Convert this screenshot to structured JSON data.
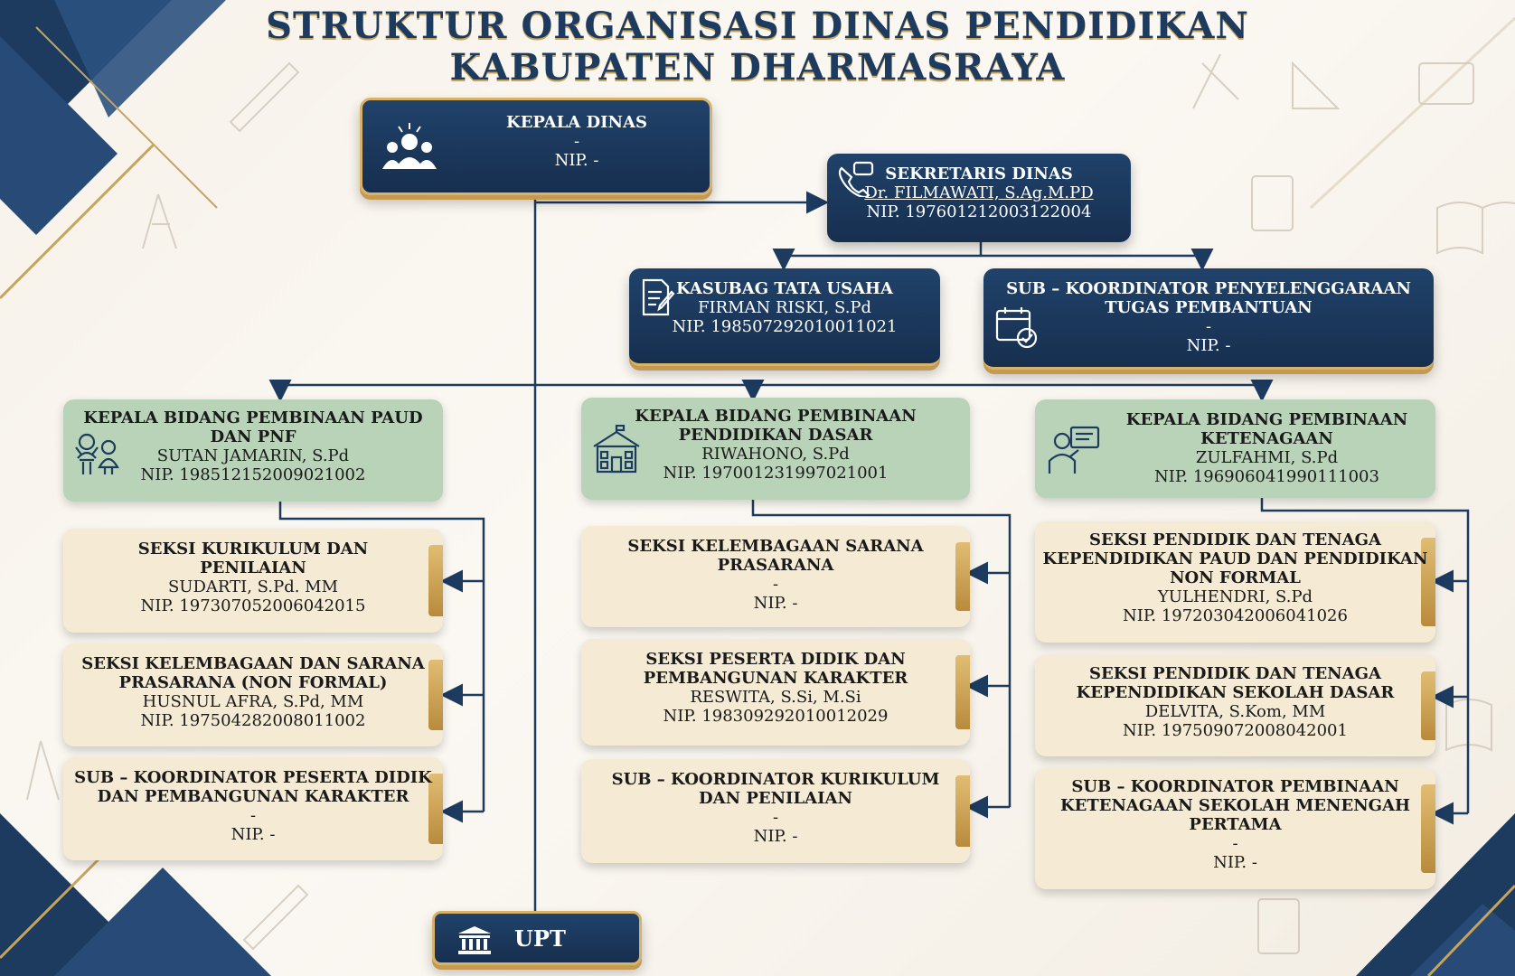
{
  "title": {
    "line1": "STRUKTUR ORGANISASI DINAS PENDIDIKAN",
    "line2": "KABUPATEN DHARMASRAYA"
  },
  "kepala_dinas": {
    "title": "KEPALA DINAS",
    "name": "-",
    "nip": "NIP. -"
  },
  "sekretaris": {
    "title": "SEKRETARIS DINAS",
    "name": "Dr. FILMAWATI, S.Ag.M.PD",
    "nip": "NIP. 197601212003122004"
  },
  "kasubag": {
    "title": "KASUBAG TATA USAHA",
    "name": "FIRMAN RISKI, S.Pd",
    "nip": "NIP. 198507292010011021"
  },
  "subkoor_tp": {
    "title_l1": "SUB – KOORDINATOR PENYELENGGARAAN",
    "title_l2": "TUGAS PEMBANTUAN",
    "name": "-",
    "nip": "NIP. -"
  },
  "bidang_paud": {
    "title_l1": "KEPALA BIDANG PEMBINAAN PAUD",
    "title_l2": "DAN PNF",
    "name": "SUTAN JAMARIN, S.Pd",
    "nip": "NIP. 198512152009021002",
    "sections": [
      {
        "t1": "SEKSI KURIKULUM DAN",
        "t2": "PENILAIAN",
        "t3": "",
        "name": "SUDARTI, S.Pd. MM",
        "nip": "NIP. 197307052006042015"
      },
      {
        "t1": "SEKSI KELEMBAGAAN DAN SARANA",
        "t2": "PRASARANA (NON FORMAL)",
        "t3": "",
        "name": "HUSNUL AFRA, S.Pd, MM",
        "nip": "NIP. 197504282008011002"
      },
      {
        "t1": "SUB – KOORDINATOR PESERTA DIDIK",
        "t2": "DAN PEMBANGUNAN KARAKTER",
        "t3": "",
        "name": "-",
        "nip": "NIP. -"
      }
    ]
  },
  "bidang_dasar": {
    "title_l1": "KEPALA BIDANG PEMBINAAN",
    "title_l2": "PENDIDIKAN DASAR",
    "name": "RIWAHONO, S.Pd",
    "nip": "NIP. 197001231997021001",
    "sections": [
      {
        "t1": "SEKSI KELEMBAGAAN SARANA",
        "t2": "PRASARANA",
        "t3": "",
        "name": "-",
        "nip": "NIP. -"
      },
      {
        "t1": "SEKSI PESERTA DIDIK DAN",
        "t2": "PEMBANGUNAN KARAKTER",
        "t3": "",
        "name": "RESWITA, S.Si, M.Si",
        "nip": "NIP. 198309292010012029"
      },
      {
        "t1": "SUB – KOORDINATOR KURIKULUM",
        "t2": "DAN PENILAIAN",
        "t3": "",
        "name": "-",
        "nip": "NIP. -"
      }
    ]
  },
  "bidang_tenaga": {
    "title_l1": "KEPALA BIDANG PEMBINAAN",
    "title_l2": "KETENAGAAN",
    "name": "ZULFAHMI, S.Pd",
    "nip": "NIP. 196906041990111003",
    "sections": [
      {
        "t1": "SEKSI PENDIDIK DAN TENAGA",
        "t2": "KEPENDIDIKAN PAUD DAN PENDIDIKAN",
        "t3": "NON FORMAL",
        "name": "YULHENDRI, S.Pd",
        "nip": "NIP. 197203042006041026"
      },
      {
        "t1": "SEKSI PENDIDIK DAN TENAGA",
        "t2": "KEPENDIDIKAN SEKOLAH DASAR",
        "t3": "",
        "name": "DELVITA, S.Kom, MM",
        "nip": "NIP. 197509072008042001"
      },
      {
        "t1": "SUB – KOORDINATOR PEMBINAAN",
        "t2": "KETENAGAAN SEKOLAH MENENGAH",
        "t3": "PERTAMA",
        "name": "-",
        "nip": "NIP. -"
      }
    ]
  },
  "upt": {
    "label": "UPT"
  },
  "colors": {
    "navy": "#1d3a5f",
    "gold": "#c9a35a",
    "green": "#b9d3b8",
    "cream": "#f5ead3"
  }
}
